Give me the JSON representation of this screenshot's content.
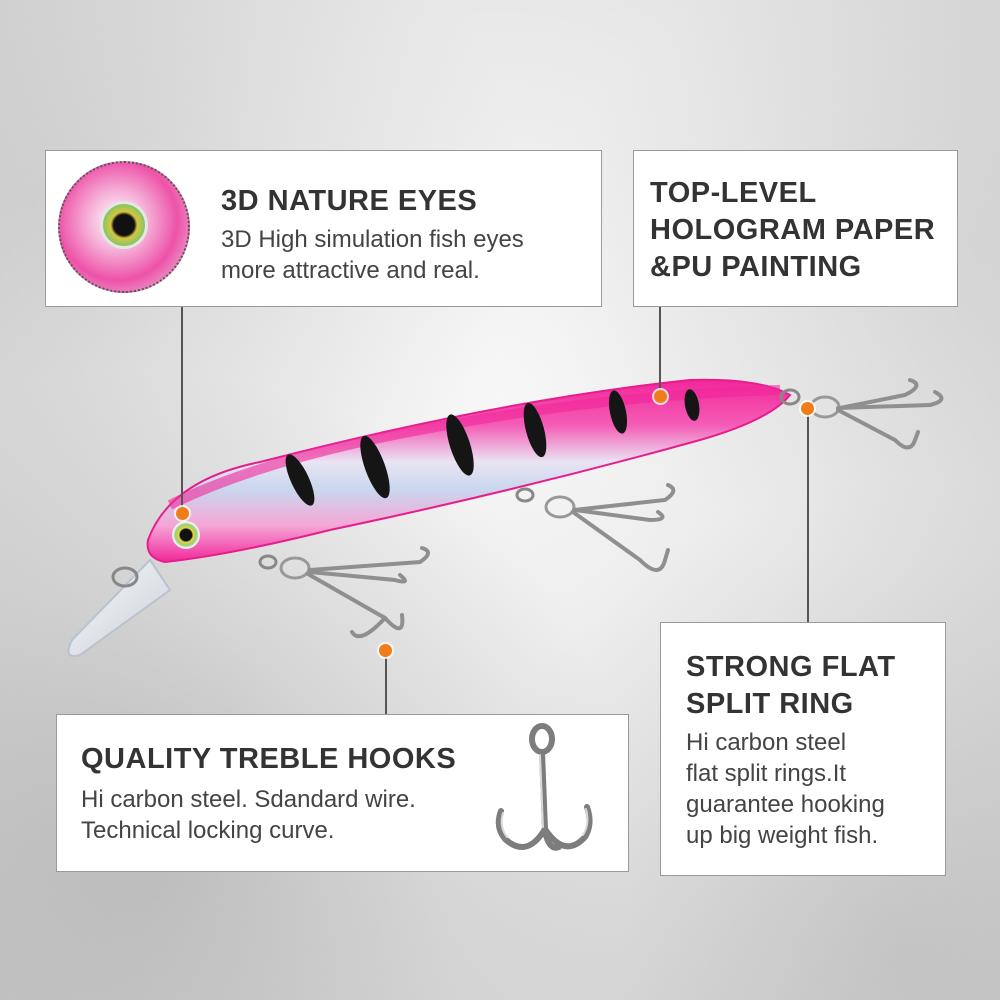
{
  "callouts": {
    "eyes": {
      "title": "3D NATURE EYES",
      "desc": [
        "3D High simulation fish eyes",
        "more attractive and real."
      ]
    },
    "hologram": {
      "title": [
        "TOP-LEVEL",
        "HOLOGRAM PAPER",
        "&PU PAINTING"
      ]
    },
    "split_ring": {
      "title": [
        "STRONG FLAT",
        "SPLIT RING"
      ],
      "desc": [
        "Hi carbon steel",
        "flat split rings.It",
        "guarantee hooking",
        "up big weight fish."
      ]
    },
    "hooks": {
      "title": "QUALITY TREBLE HOOKS",
      "desc": [
        "Hi carbon steel. Sdandard wire.",
        "Technical locking curve."
      ]
    }
  },
  "colors": {
    "accent_dot": "#f07d1a",
    "lure_pink": "#f4309e",
    "text_dark": "#333333"
  }
}
